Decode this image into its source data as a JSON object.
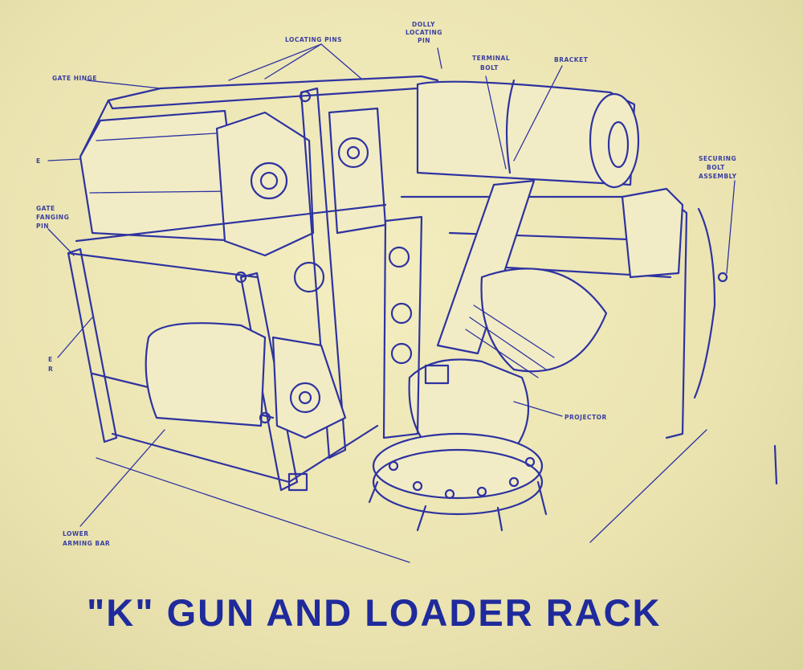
{
  "title": "\"K\" GUN AND LOADER RACK",
  "labels": {
    "gate_hinge": "GATE HINGE",
    "locating_pins": "LOCATING PINS",
    "dolly_locating_pin_1": "DOLLY",
    "dolly_locating_pin_2": "LOCATING",
    "dolly_locating_pin_3": "PIN",
    "terminal_bolt_1": "TERMINAL",
    "terminal_bolt_2": "BOLT",
    "bracket": "BRACKET",
    "e": "E",
    "gate_fanging_pin_1": "GATE",
    "gate_fanging_pin_2": "FANGING",
    "gate_fanging_pin_3": "PIN",
    "side_code_1": "E",
    "side_code_2": "R",
    "securing_bolt_1": "SECURING",
    "securing_bolt_2": "BOLT",
    "securing_bolt_3": "ASSEMBLY",
    "projector": "PROJECTOR",
    "lower_arming_bar_1": "LOWER",
    "lower_arming_bar_2": "ARMING BAR"
  },
  "colors": {
    "ink": "#2e33a0",
    "paper": "#ece6b4",
    "title": "#1f2a9c"
  }
}
